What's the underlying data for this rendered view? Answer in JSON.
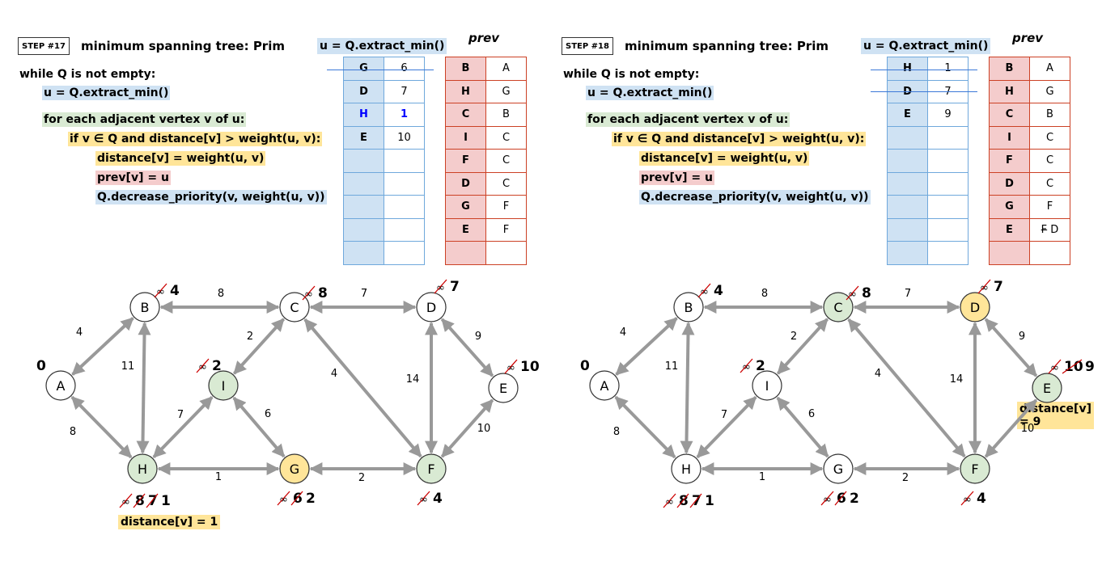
{
  "panels": [
    {
      "step": "STEP #17",
      "title": "minimum spanning tree: Prim",
      "code": {
        "while": "while Q is not empty:",
        "extract": "u = Q.extract_min()",
        "foreach": "for each adjacent vertex v of u:",
        "if": "if v ∈ Q and distance[v] > weight(u, v):",
        "assign_dist": "distance[v] = weight(u, v)",
        "assign_prev": "prev[v] = u",
        "decrease": "Q.decrease_priority(v, weight(u, v))"
      },
      "q_header": "u = Q.extract_min()",
      "prev_header": "prev",
      "queue": [
        {
          "key": "G",
          "value": "6",
          "struck": true
        },
        {
          "key": "D",
          "value": "7"
        },
        {
          "key": "H",
          "value": "1",
          "blue": true
        },
        {
          "key": "E",
          "value": "10"
        },
        {
          "key": "",
          "value": ""
        },
        {
          "key": "",
          "value": ""
        },
        {
          "key": "",
          "value": ""
        },
        {
          "key": "",
          "value": ""
        },
        {
          "key": "",
          "value": ""
        }
      ],
      "prev": [
        {
          "key": "B",
          "value": "A"
        },
        {
          "key": "H",
          "value": "G"
        },
        {
          "key": "C",
          "value": "B"
        },
        {
          "key": "I",
          "value": "C"
        },
        {
          "key": "F",
          "value": "C"
        },
        {
          "key": "D",
          "value": "C"
        },
        {
          "key": "G",
          "value": "F"
        },
        {
          "key": "E",
          "value": "F"
        },
        {
          "key": "",
          "value": ""
        }
      ],
      "distance_note": "distance[v] = 1"
    },
    {
      "step": "STEP #18",
      "title": "minimum spanning tree: Prim",
      "code": {
        "while": "while Q is not empty:",
        "extract": "u = Q.extract_min()",
        "foreach": "for each adjacent vertex v of u:",
        "if": "if v ∈ Q and distance[v] > weight(u, v):",
        "assign_dist": "distance[v] = weight(u, v)",
        "assign_prev": "prev[v] = u",
        "decrease": "Q.decrease_priority(v, weight(u, v))"
      },
      "q_header": "u = Q.extract_min()",
      "prev_header": "prev",
      "queue": [
        {
          "key": "H",
          "value": "1",
          "struck": true
        },
        {
          "key": "D",
          "value": "7",
          "struck": true
        },
        {
          "key": "E",
          "value": "9"
        },
        {
          "key": "",
          "value": ""
        },
        {
          "key": "",
          "value": ""
        },
        {
          "key": "",
          "value": ""
        },
        {
          "key": "",
          "value": ""
        },
        {
          "key": "",
          "value": ""
        },
        {
          "key": "",
          "value": ""
        }
      ],
      "prev": [
        {
          "key": "B",
          "value": "A"
        },
        {
          "key": "H",
          "value": "G"
        },
        {
          "key": "C",
          "value": "B"
        },
        {
          "key": "I",
          "value": "C"
        },
        {
          "key": "F",
          "value": "C"
        },
        {
          "key": "D",
          "value": "C"
        },
        {
          "key": "G",
          "value": "F"
        },
        {
          "key": "E",
          "value": "F D",
          "struck_part": "F"
        },
        {
          "key": "",
          "value": ""
        }
      ],
      "distance_note": "distance[v] = 9"
    }
  ],
  "graph": {
    "edges": [
      {
        "from": "A",
        "to": "B",
        "weight": "4"
      },
      {
        "from": "A",
        "to": "H",
        "weight": "8"
      },
      {
        "from": "B",
        "to": "C",
        "weight": "8"
      },
      {
        "from": "B",
        "to": "H",
        "weight": "11"
      },
      {
        "from": "C",
        "to": "D",
        "weight": "7"
      },
      {
        "from": "C",
        "to": "I",
        "weight": "2"
      },
      {
        "from": "C",
        "to": "F",
        "weight": "4"
      },
      {
        "from": "D",
        "to": "E",
        "weight": "9"
      },
      {
        "from": "D",
        "to": "F",
        "weight": "14"
      },
      {
        "from": "E",
        "to": "F",
        "weight": "10"
      },
      {
        "from": "H",
        "to": "I",
        "weight": "7"
      },
      {
        "from": "H",
        "to": "G",
        "weight": "1"
      },
      {
        "from": "I",
        "to": "G",
        "weight": "6"
      },
      {
        "from": "G",
        "to": "F",
        "weight": "2"
      }
    ],
    "step17": {
      "node_fill": {
        "A": "white",
        "B": "white",
        "C": "white",
        "D": "white",
        "E": "white",
        "F": "#d9ead3",
        "G": "#ffe599",
        "H": "#d9ead3",
        "I": "#d9ead3"
      },
      "dist": {
        "A": {
          "final": "0"
        },
        "B": {
          "struck": [
            "∞"
          ],
          "final": "4"
        },
        "C": {
          "struck": [
            "∞"
          ],
          "final": "8"
        },
        "D": {
          "struck": [
            "∞"
          ],
          "final": "7"
        },
        "E": {
          "struck": [
            "∞"
          ],
          "final": "10"
        },
        "F": {
          "struck": [
            "∞"
          ],
          "final": "4"
        },
        "G": {
          "struck": [
            "∞",
            "6"
          ],
          "final": "2"
        },
        "H": {
          "struck": [
            "∞",
            "8",
            "7"
          ],
          "final": "1"
        },
        "I": {
          "struck": [
            "∞"
          ],
          "final": "2"
        }
      }
    },
    "step18": {
      "node_fill": {
        "A": "white",
        "B": "white",
        "C": "#d9ead3",
        "D": "#ffe599",
        "E": "#d9ead3",
        "F": "#d9ead3",
        "G": "white",
        "H": "white",
        "I": "white"
      },
      "dist": {
        "A": {
          "final": "0"
        },
        "B": {
          "struck": [
            "∞"
          ],
          "final": "4"
        },
        "C": {
          "struck": [
            "∞"
          ],
          "final": "8"
        },
        "D": {
          "struck": [
            "∞"
          ],
          "final": "7"
        },
        "E": {
          "struck": [
            "∞",
            "10"
          ],
          "final": "9"
        },
        "F": {
          "struck": [
            "∞"
          ],
          "final": "4"
        },
        "G": {
          "struck": [
            "∞",
            "6"
          ],
          "final": "2"
        },
        "H": {
          "struck": [
            "∞",
            "8",
            "7"
          ],
          "final": "1"
        },
        "I": {
          "struck": [
            "∞"
          ],
          "final": "2"
        }
      }
    }
  }
}
